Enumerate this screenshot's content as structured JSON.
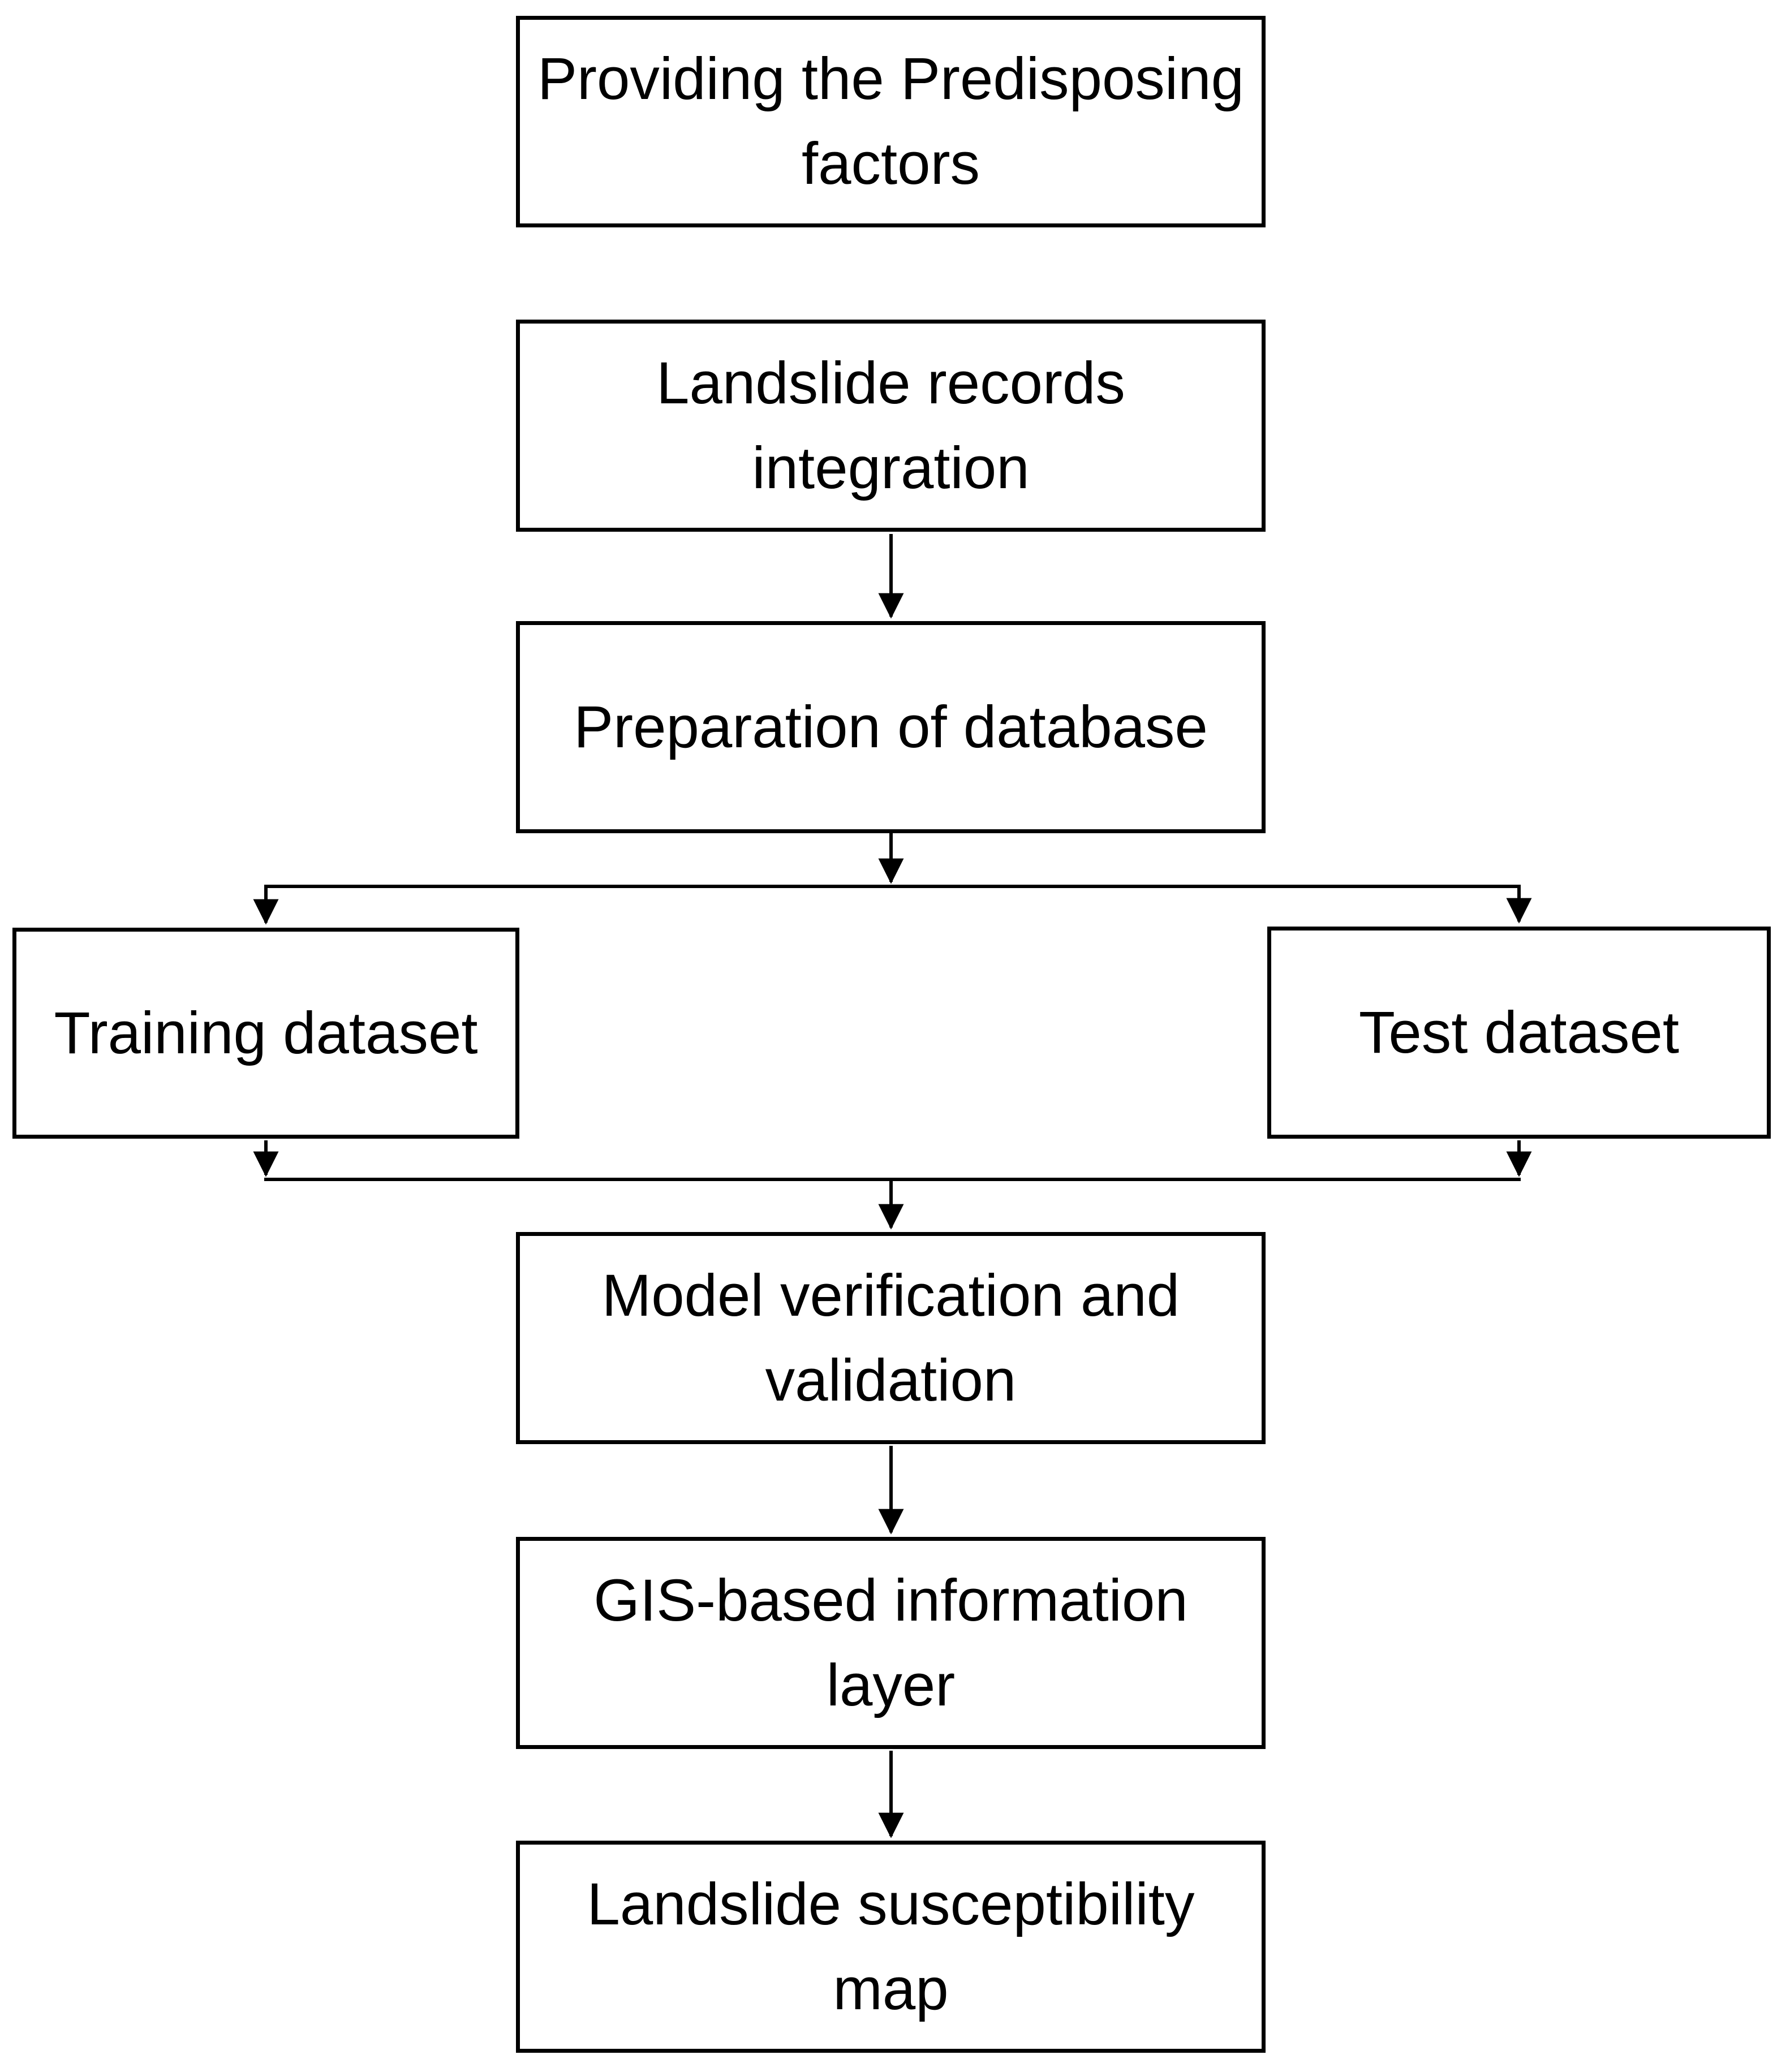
{
  "diagram": {
    "title": "Landslide susceptibility modelling flowchart",
    "background_color": "#ffffff",
    "line_color": "#000000",
    "text_color": "#000000",
    "nodes": {
      "predisposing": {
        "label": "Providing the Predisposing\nfactors"
      },
      "records": {
        "label": "Landslide records\nintegration"
      },
      "database": {
        "label": "Preparation of database"
      },
      "training": {
        "label": "Training dataset"
      },
      "test": {
        "label": "Test dataset"
      },
      "model": {
        "label": "Model verification and\nvalidation"
      },
      "gis": {
        "label": "GIS-based information\nlayer"
      },
      "map": {
        "label": "Landslide susceptibility\nmap"
      }
    },
    "edges": [
      "records -> database",
      "database -> split",
      "split -> training",
      "split -> test",
      "training -> merge",
      "test -> merge",
      "merge -> model",
      "model -> gis",
      "gis -> map"
    ]
  }
}
